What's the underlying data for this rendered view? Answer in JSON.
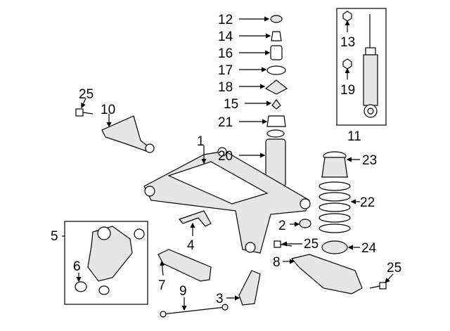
{
  "diagram": {
    "title": "Rear suspension parts diagram",
    "callouts": [
      "12",
      "14",
      "16",
      "17",
      "18",
      "15",
      "21",
      "20",
      "13",
      "19",
      "11",
      "25",
      "10",
      "1",
      "23",
      "22",
      "2",
      "25",
      "24",
      "5",
      "6",
      "4",
      "7",
      "8",
      "25",
      "9",
      "3"
    ]
  }
}
